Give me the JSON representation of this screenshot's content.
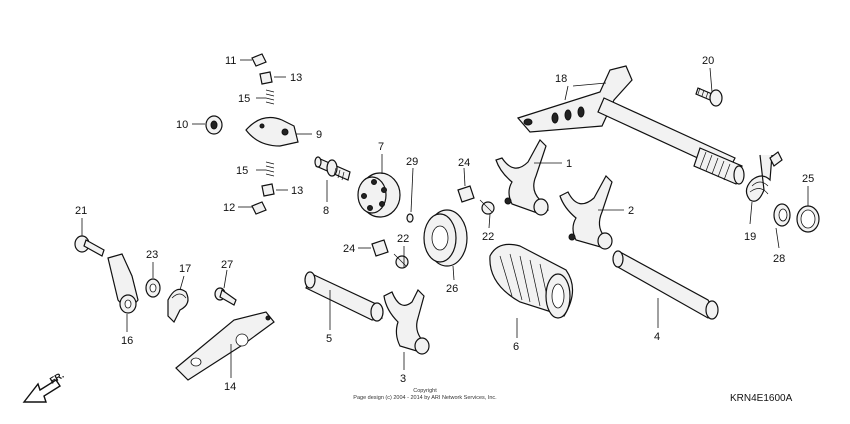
{
  "diagram_code": "KRN4E1600A",
  "copyright": {
    "line1": "Copyright",
    "line2": "Page design (c) 2004 - 2014 by ARI Network Services, Inc."
  },
  "direction_label": "FR.",
  "callouts": [
    {
      "id": "c1",
      "text": "1"
    },
    {
      "id": "c2",
      "text": "2"
    },
    {
      "id": "c3",
      "text": "3"
    },
    {
      "id": "c4",
      "text": "4"
    },
    {
      "id": "c5",
      "text": "5"
    },
    {
      "id": "c6",
      "text": "6"
    },
    {
      "id": "c7",
      "text": "7"
    },
    {
      "id": "c8",
      "text": "8"
    },
    {
      "id": "c9",
      "text": "9"
    },
    {
      "id": "c10",
      "text": "10"
    },
    {
      "id": "c11",
      "text": "11"
    },
    {
      "id": "c12",
      "text": "12"
    },
    {
      "id": "c13a",
      "text": "13"
    },
    {
      "id": "c13b",
      "text": "13"
    },
    {
      "id": "c14",
      "text": "14"
    },
    {
      "id": "c15a",
      "text": "15"
    },
    {
      "id": "c15b",
      "text": "15"
    },
    {
      "id": "c16",
      "text": "16"
    },
    {
      "id": "c17",
      "text": "17"
    },
    {
      "id": "c18",
      "text": "18"
    },
    {
      "id": "c19",
      "text": "19"
    },
    {
      "id": "c20",
      "text": "20"
    },
    {
      "id": "c21",
      "text": "21"
    },
    {
      "id": "c22a",
      "text": "22"
    },
    {
      "id": "c22b",
      "text": "22"
    },
    {
      "id": "c23",
      "text": "23"
    },
    {
      "id": "c24a",
      "text": "24"
    },
    {
      "id": "c24b",
      "text": "24"
    },
    {
      "id": "c25",
      "text": "25"
    },
    {
      "id": "c26",
      "text": "26"
    },
    {
      "id": "c27",
      "text": "27"
    },
    {
      "id": "c28",
      "text": "28"
    },
    {
      "id": "c29",
      "text": "29"
    }
  ]
}
